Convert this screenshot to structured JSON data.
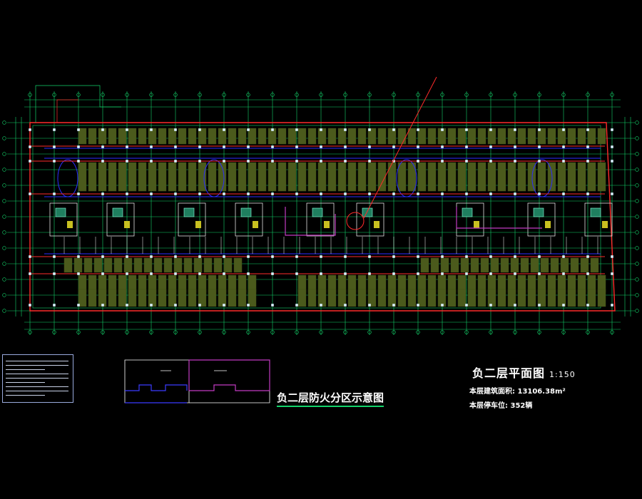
{
  "title": {
    "name": "负二层平面图",
    "scale": "1:150"
  },
  "stats": {
    "area": "本层建筑面积: 13106.38m²",
    "parking": "本层停车位: 352辆"
  },
  "fire_zone": {
    "title": "负二层防火分区示意图"
  },
  "colors": {
    "background": "#000000",
    "grid": "#13d36a",
    "walls": "#ff2b2b",
    "parking": "#4b5a1c",
    "lanes": "#2d2dff",
    "zone_a": "#3b3bff",
    "zone_b": "#c23bc2",
    "zone_c": "#ffffff",
    "text": "#ffffff"
  }
}
